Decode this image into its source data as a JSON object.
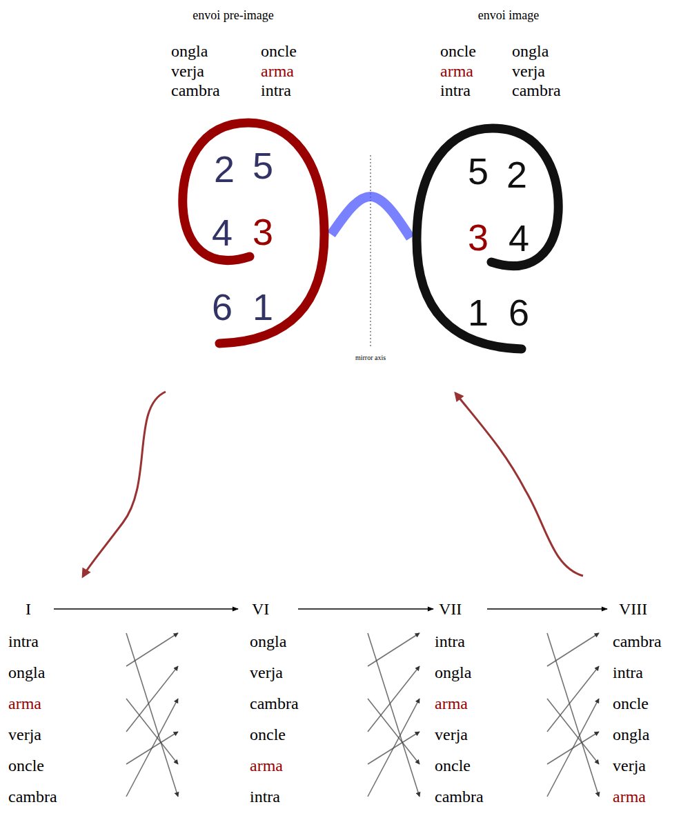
{
  "diagram": {
    "nodes": [
      {
        "text": [
          "2",
          "5",
          "4",
          "3",
          "6",
          "1"
        ]
      },
      {
        "text": [
          "5",
          "2",
          "3",
          "4",
          "1",
          "6"
        ]
      }
    ],
    "edges": [
      {
        "from": 0,
        "to": 1,
        "arrow": "none"
      }
    ],
    "labels": [
      "envoi pre-image",
      "ongla",
      "oncle",
      "verja",
      "arma",
      "cambra",
      "intra",
      "envoi image",
      "oncle",
      "ongla",
      "arma",
      "verja",
      "intra",
      "cambra",
      "mirror axis",
      "I",
      "VI",
      "VII",
      "VIII",
      "intra",
      "ongla",
      "arma",
      "verja",
      "oncle",
      "cambra",
      "ongla",
      "verja",
      "cambra",
      "oncle",
      "arma",
      "intra",
      "intra",
      "ongla",
      "arma",
      "verja",
      "oncle",
      "cambra",
      "cambra",
      "intra",
      "oncle",
      "ongla",
      "verja",
      "arma"
    ]
  }
}
